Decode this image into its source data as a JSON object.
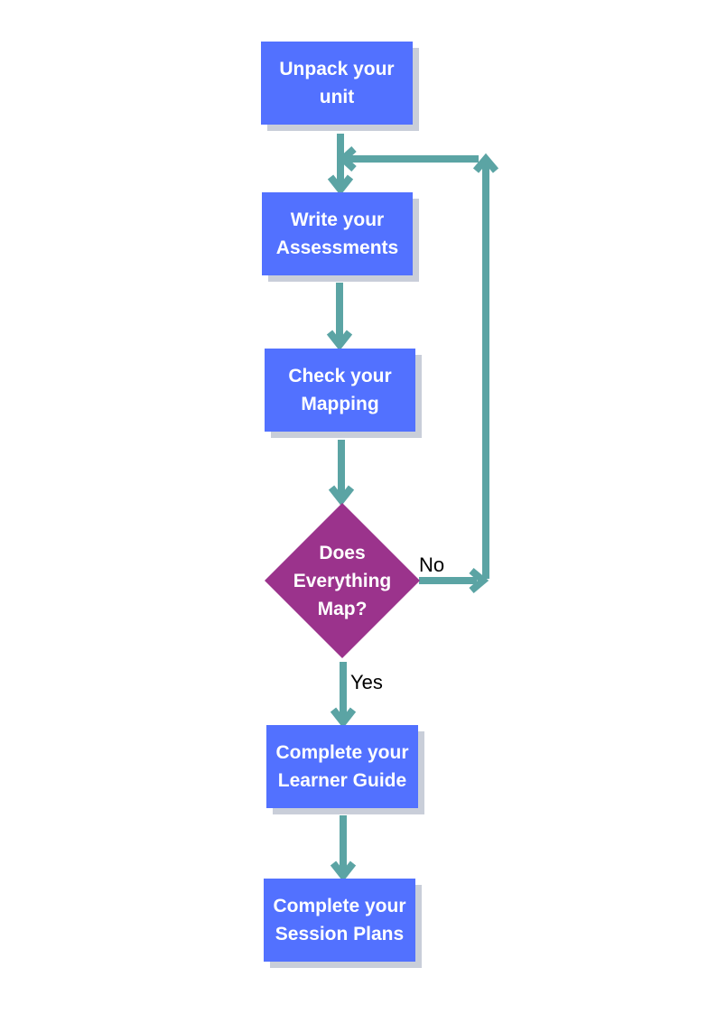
{
  "colors": {
    "process_fill": "#5271ff",
    "decision_fill": "#9b338c",
    "connector": "#5ba4a4",
    "shadow": "#c9ced9",
    "node_text": "#ffffff",
    "edge_text": "#000000"
  },
  "flowchart": {
    "steps": [
      {
        "id": "unpack",
        "label": "Unpack your\nunit"
      },
      {
        "id": "write",
        "label": "Write your\nAssessments"
      },
      {
        "id": "check",
        "label": "Check your\nMapping"
      },
      {
        "id": "learner-guide",
        "label": "Complete your\nLearner Guide"
      },
      {
        "id": "session-plans",
        "label": "Complete your\nSession Plans"
      }
    ],
    "decision": {
      "id": "does-everything-map",
      "label": "Does\nEverything\nMap?"
    },
    "edge_labels": {
      "no": "No",
      "yes": "Yes"
    }
  }
}
